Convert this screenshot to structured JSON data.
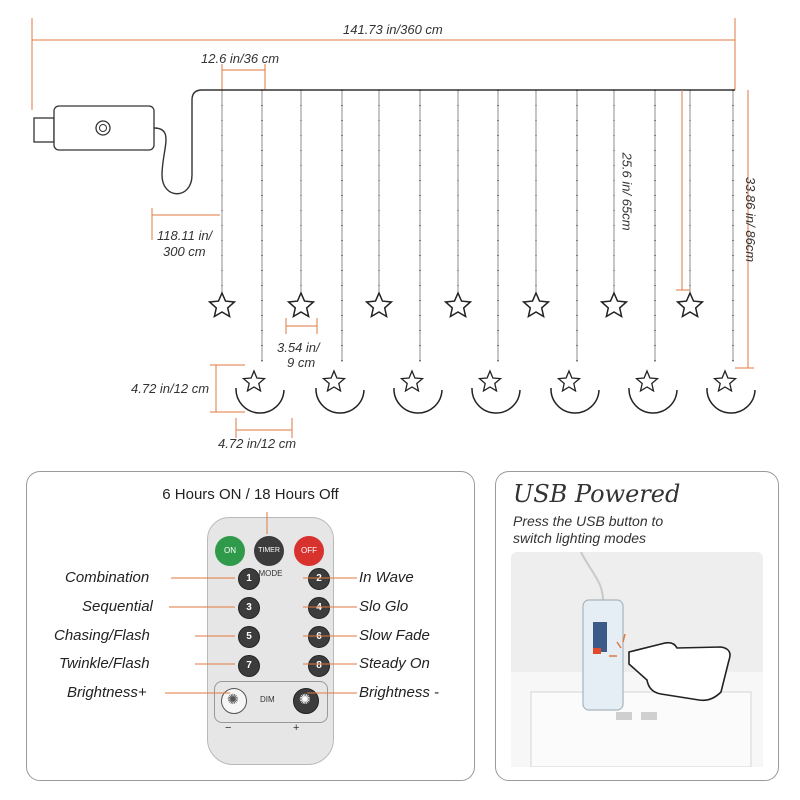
{
  "dimensions": {
    "total_length": "141.73 in/360 cm",
    "spacing": "12.6 in/36 cm",
    "lead_length_line1": "118.11 in/",
    "lead_length_line2": "300 cm",
    "short_drop": "25.6 in/ 65cm",
    "long_drop": "33.86 in/ 86cm",
    "star_size_line1": "3.54 in/",
    "star_size_line2": "9 cm",
    "moon_height": "4.72 in/12 cm",
    "moon_width": "4.72 in/12 cm"
  },
  "remote_panel": {
    "title": "6 Hours ON / 18 Hours Off",
    "buttons": {
      "on": "ON",
      "timer": "TIMER",
      "off": "OFF",
      "mode": "MODE",
      "dim": "DIM",
      "minus": "−",
      "plus": "+"
    },
    "numbers": [
      "1",
      "2",
      "3",
      "4",
      "5",
      "6",
      "7",
      "8"
    ],
    "left_labels": [
      "Combination",
      "Sequential",
      "Chasing/Flash",
      "Twinkle/Flash",
      "Brightness+"
    ],
    "right_labels": [
      "In Wave",
      "Slo Glo",
      "Slow Fade",
      "Steady On",
      "Brightness -"
    ]
  },
  "usb_panel": {
    "title": "USB Powered",
    "line1": "Press the USB button to",
    "line2": "switch lighting modes"
  },
  "colors": {
    "accent": "#e07a3f",
    "on_green": "#2e9a4a",
    "off_red": "#d8322e",
    "remote_body": "#e6e6e6"
  }
}
